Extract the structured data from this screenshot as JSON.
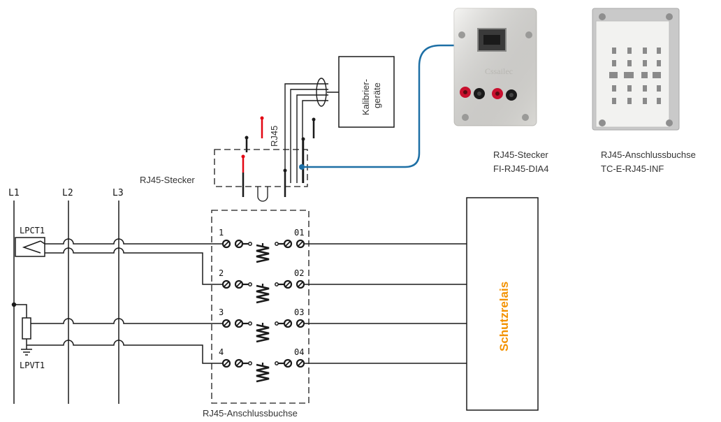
{
  "lines": {
    "l1": "L1",
    "l2": "L2",
    "l3": "L3"
  },
  "sensors": {
    "current": "LPCT1",
    "voltage": "LPVT1"
  },
  "plug": {
    "label": "RJ45-Stecker",
    "cable_label": "RJ45"
  },
  "calibration": {
    "line1": "Kalibrier-",
    "line2": "geräte"
  },
  "terminals": [
    {
      "in": "1",
      "out": "01"
    },
    {
      "in": "2",
      "out": "02"
    },
    {
      "in": "3",
      "out": "03"
    },
    {
      "in": "4",
      "out": "04"
    }
  ],
  "socket_label": "RJ45-Anschlussbuchse",
  "relay": {
    "label": "Schutzrelais",
    "color": "#f39200"
  },
  "photos": {
    "plug": {
      "caption_line1": "RJ45-Stecker",
      "caption_line2": "FI-RJ45-DIA4",
      "brand": "Cssailec"
    },
    "socket": {
      "caption_line1": "RJ45-Anschlussbuchse",
      "caption_line2": "TC-E-RJ45-INF"
    }
  },
  "colors": {
    "line": "#1a1a1a",
    "accent_red": "#e30613",
    "link_blue": "#1d6fa5"
  }
}
